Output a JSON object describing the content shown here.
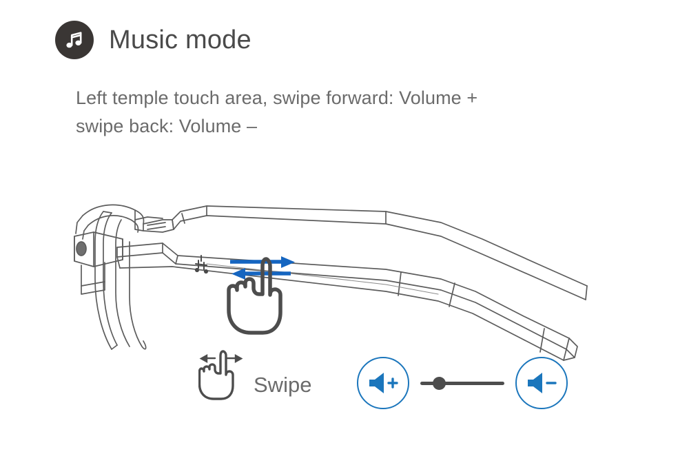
{
  "page": {
    "background_color": "#ffffff",
    "text_color": "#6b6b6b"
  },
  "header": {
    "icon": "music-note-icon",
    "icon_background_color": "#3a3634",
    "title": "Music mode"
  },
  "description": {
    "line1": "Left temple touch area, swipe forward: Volume +",
    "line2": "swipe back: Volume –"
  },
  "illustration": {
    "name": "smart-glasses-side-view-diagram",
    "line_color": "#5c5c5c",
    "arrow_color": "#1565c0",
    "hand_color": "#4d4d4d",
    "touch_marker": "touch-sensor-marker-icon",
    "forward_arrow": "swipe-forward-arrow",
    "back_arrow": "swipe-back-arrow",
    "finger": "pointing-finger-icon"
  },
  "legend": {
    "swipe": {
      "icon": "swipe-hand-icon",
      "label": "Swipe"
    },
    "volume": {
      "accent_color": "#1b76bc",
      "volume_up": {
        "icon": "volume-up-icon",
        "sign": "+"
      },
      "volume_down": {
        "icon": "volume-down-icon",
        "sign": "–"
      },
      "slider": {
        "name": "volume-slider",
        "thumb_position_percent": 15
      }
    }
  }
}
